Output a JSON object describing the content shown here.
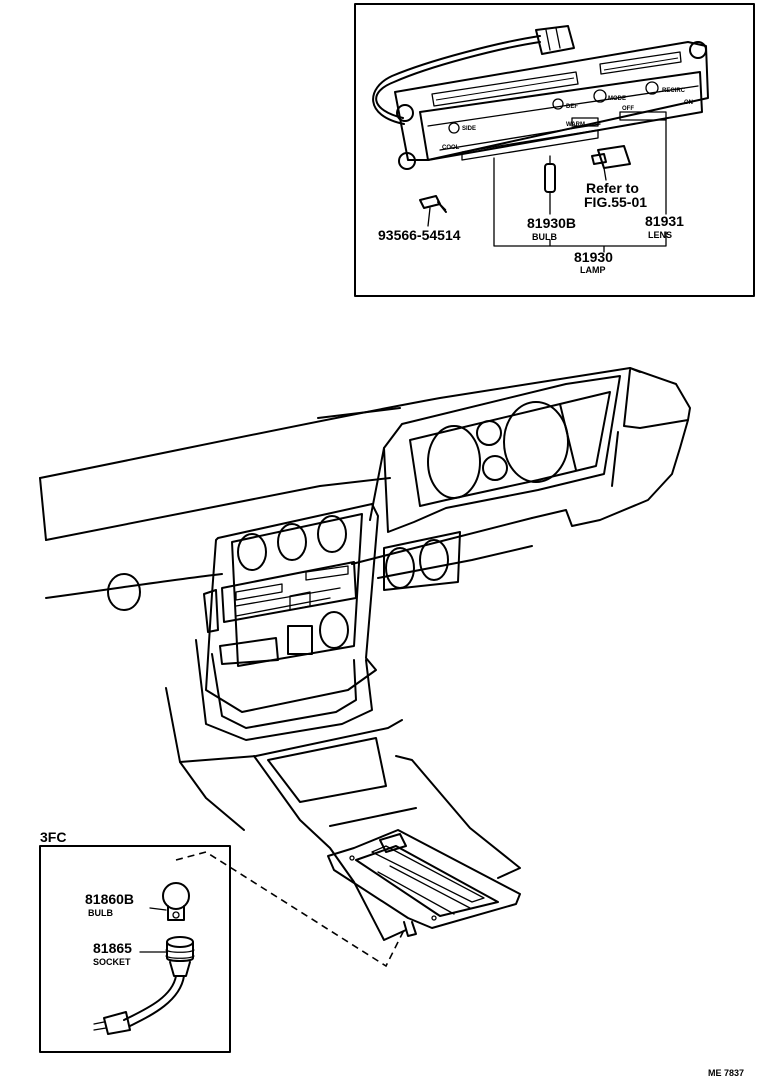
{
  "inset_top": {
    "refer_line1": "Refer to",
    "refer_line2": "FIG.55-01",
    "labels": {
      "screw": {
        "number": "93566-54514"
      },
      "bulb": {
        "number": "81930B",
        "name": "BULB"
      },
      "lens": {
        "number": "81931",
        "name": "LENS"
      },
      "lamp": {
        "number": "81930",
        "name": "LAMP"
      }
    },
    "panel_markings": {
      "side": "SIDE",
      "cool": "COOL",
      "warm": "WARM",
      "def": "DEF",
      "mode": "MODE",
      "off": "OFF",
      "recirc": "RECIRC",
      "on": "ON"
    }
  },
  "inset_bottom": {
    "code": "3FC",
    "labels": {
      "bulb": {
        "number": "81860B",
        "name": "BULB"
      },
      "socket": {
        "number": "81865",
        "name": "SOCKET"
      }
    }
  },
  "figure_code": "ME 7837"
}
